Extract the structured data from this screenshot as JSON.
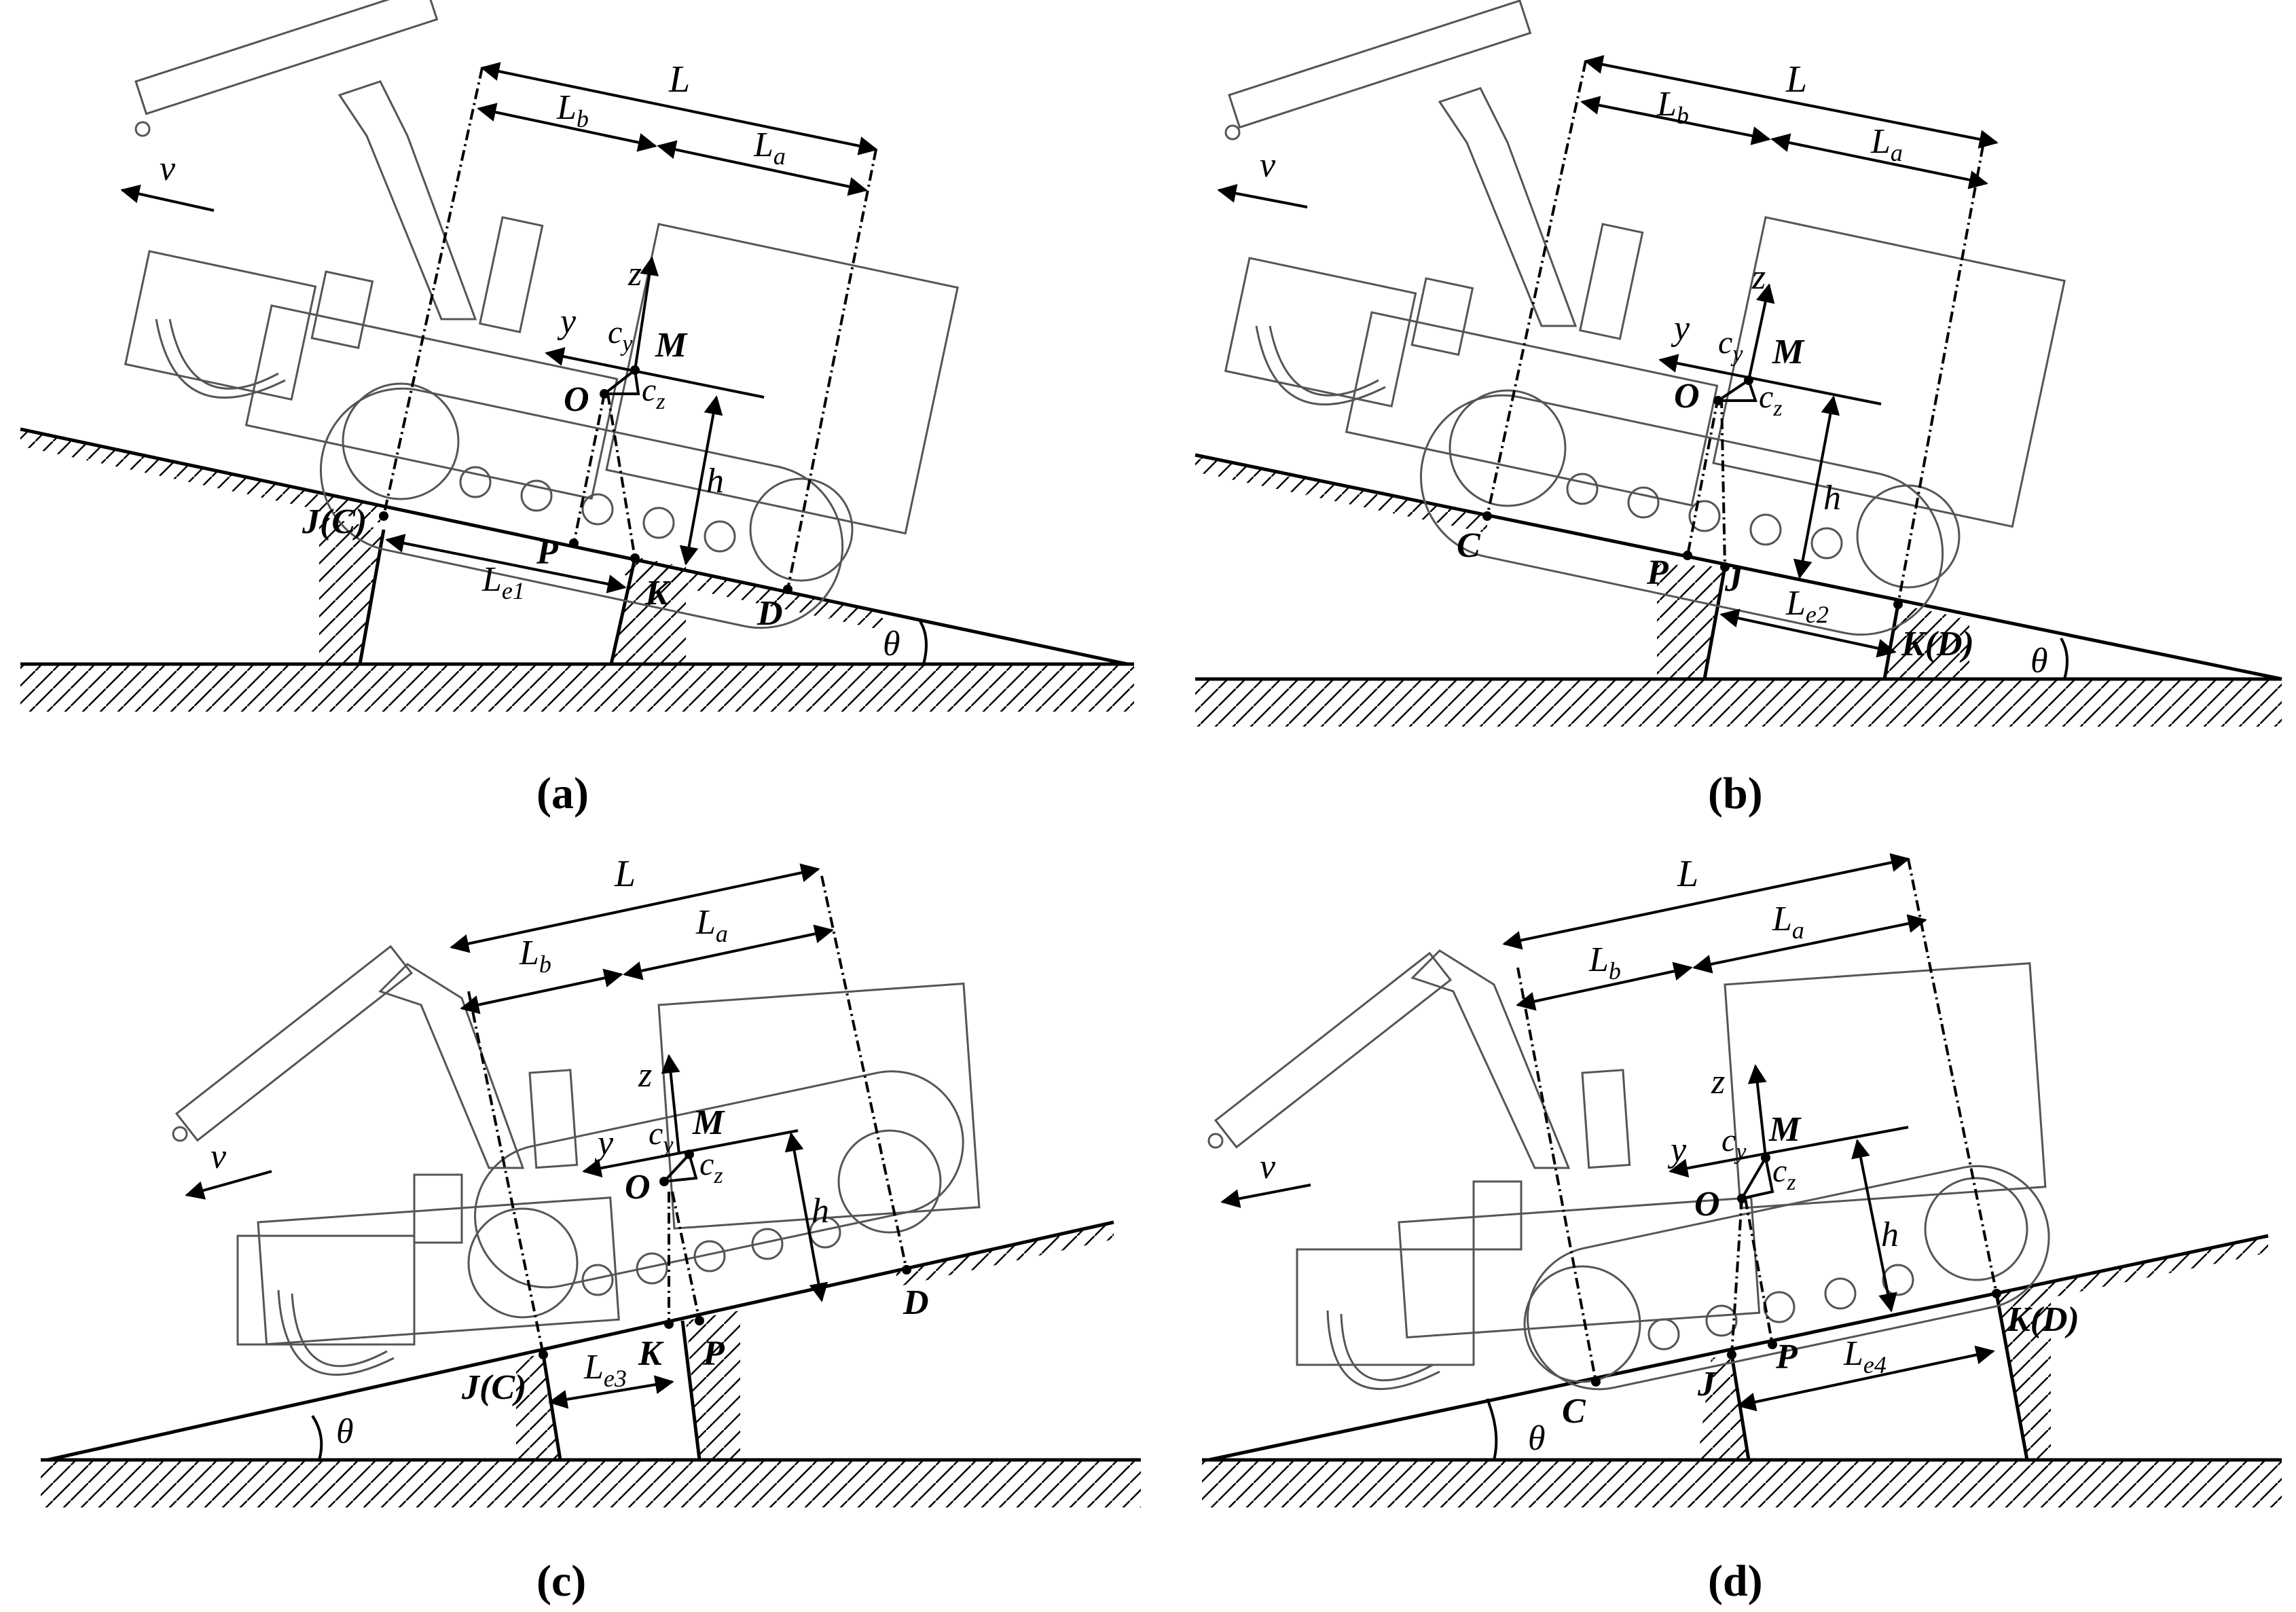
{
  "panels": [
    {
      "caption": "(a)",
      "labels": {
        "L": "L",
        "Lb": "L",
        "Lb_sub": "b",
        "La": "L",
        "La_sub": "a",
        "v": "v",
        "z": "z",
        "y": "y",
        "cy": "c",
        "cy_sub": "y",
        "cz": "c",
        "cz_sub": "z",
        "M": "M",
        "O": "O",
        "h": "h",
        "P": "P",
        "K": "K",
        "D": "D",
        "C": "J(C)",
        "J": "",
        "Le": "L",
        "Le_sub": "e1",
        "theta": "θ"
      }
    },
    {
      "caption": "(b)",
      "labels": {
        "L": "L",
        "Lb": "L",
        "Lb_sub": "b",
        "La": "L",
        "La_sub": "a",
        "v": "v",
        "z": "z",
        "y": "y",
        "cy": "c",
        "cy_sub": "y",
        "cz": "c",
        "cz_sub": "z",
        "M": "M",
        "O": "O",
        "h": "h",
        "P": "P",
        "K": "",
        "D": "K(D)",
        "C": "C",
        "J": "J",
        "Le": "L",
        "Le_sub": "e2",
        "theta": "θ"
      }
    },
    {
      "caption": "(c)",
      "labels": {
        "L": "L",
        "Lb": "L",
        "Lb_sub": "b",
        "La": "L",
        "La_sub": "a",
        "v": "v",
        "z": "z",
        "y": "y",
        "cy": "c",
        "cy_sub": "y",
        "cz": "c",
        "cz_sub": "z",
        "M": "M",
        "O": "O",
        "h": "h",
        "P": "P",
        "K": "K",
        "D": "D",
        "C": "J(C)",
        "J": "",
        "Le": "L",
        "Le_sub": "e3",
        "theta": "θ"
      }
    },
    {
      "caption": "(d)",
      "labels": {
        "L": "L",
        "Lb": "L",
        "Lb_sub": "b",
        "La": "L",
        "La_sub": "a",
        "v": "v",
        "z": "z",
        "y": "y",
        "cy": "c",
        "cy_sub": "y",
        "cz": "c",
        "cz_sub": "z",
        "M": "M",
        "O": "O",
        "h": "h",
        "P": "P",
        "K": "",
        "D": "K(D)",
        "C": "C",
        "J": "J",
        "Le": "L",
        "Le_sub": "e4",
        "theta": "θ"
      }
    }
  ]
}
